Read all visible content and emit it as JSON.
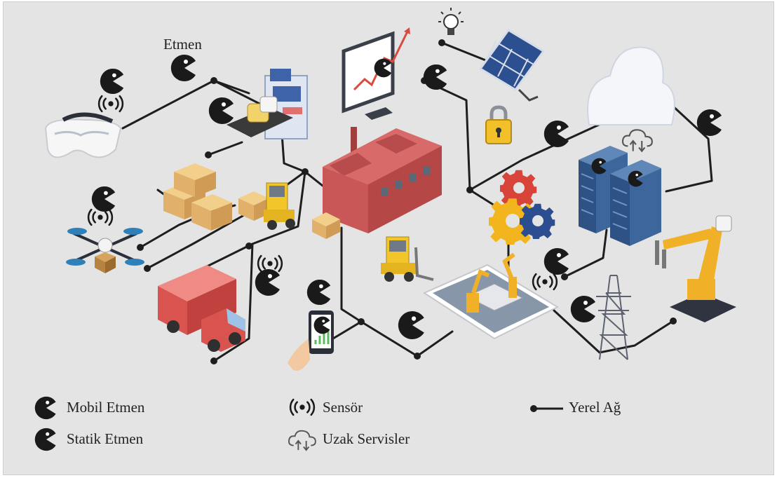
{
  "diagram": {
    "agent_label": "Etmen",
    "legend": {
      "mobile_agent": "Mobil Etmen",
      "static_agent": "Statik Etmen",
      "sensor": "Sensör",
      "remote_services": "Uzak Servisler",
      "local_network": "Yerel Ağ"
    }
  },
  "colors": {
    "background": "#e4e4e4",
    "network_line": "#1e1e1e",
    "agent": "#1a1a1a",
    "factory": "#c95757",
    "truck": "#d9534f",
    "gear_red": "#d9443a",
    "gear_yellow": "#f2b51d",
    "gear_blue": "#2c4d8f",
    "server": "#345a88",
    "robot_arm": "#f0b128",
    "boxes": "#e8c079",
    "cloud": "#f4f6fa"
  }
}
